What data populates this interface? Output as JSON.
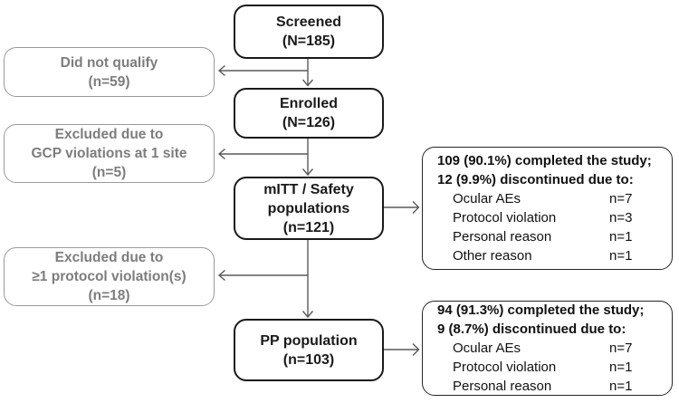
{
  "flow": {
    "main": [
      {
        "id": "screened",
        "lines": [
          "Screened",
          "(N=185)"
        ]
      },
      {
        "id": "enrolled",
        "lines": [
          "Enrolled",
          "(N=126)"
        ]
      },
      {
        "id": "mitt",
        "lines": [
          "mITT / Safety",
          "populations",
          "(n=121)"
        ]
      },
      {
        "id": "pp",
        "lines": [
          "PP population",
          "(n=103)"
        ]
      }
    ],
    "exclusions": [
      {
        "lines": [
          "Did not qualify",
          "(n=59)"
        ]
      },
      {
        "lines": [
          "Excluded due to",
          "GCP violations at 1 site",
          "(n=5)"
        ]
      },
      {
        "lines": [
          "Excluded due to",
          "≥1 protocol violation(s)",
          "(n=18)"
        ]
      }
    ],
    "outcomes": [
      {
        "headline1": "109 (90.1%) completed the study;",
        "headline2": "12 (9.9%) discontinued due to:",
        "rows": [
          {
            "label": "Ocular AEs",
            "value": "n=7"
          },
          {
            "label": "Protocol violation",
            "value": "n=3"
          },
          {
            "label": "Personal reason",
            "value": "n=1"
          },
          {
            "label": "Other reason",
            "value": "n=1"
          }
        ]
      },
      {
        "headline1": "94 (91.3%) completed the study;",
        "headline2": "9 (8.7%) discontinued due to:",
        "rows": [
          {
            "label": "Ocular AEs",
            "value": "n=7"
          },
          {
            "label": "Protocol violation",
            "value": "n=1"
          },
          {
            "label": "Personal reason",
            "value": "n=1"
          }
        ]
      }
    ],
    "colors": {
      "main_box_border": "#1a1a1a",
      "main_box_text": "#1a1a1a",
      "exclusion_box_border": "#9a9a9a",
      "exclusion_box_text": "#7d7d7d",
      "outcome_box_border": "#262626",
      "connector": "#5a5a5a",
      "background": "#ffffff"
    }
  }
}
